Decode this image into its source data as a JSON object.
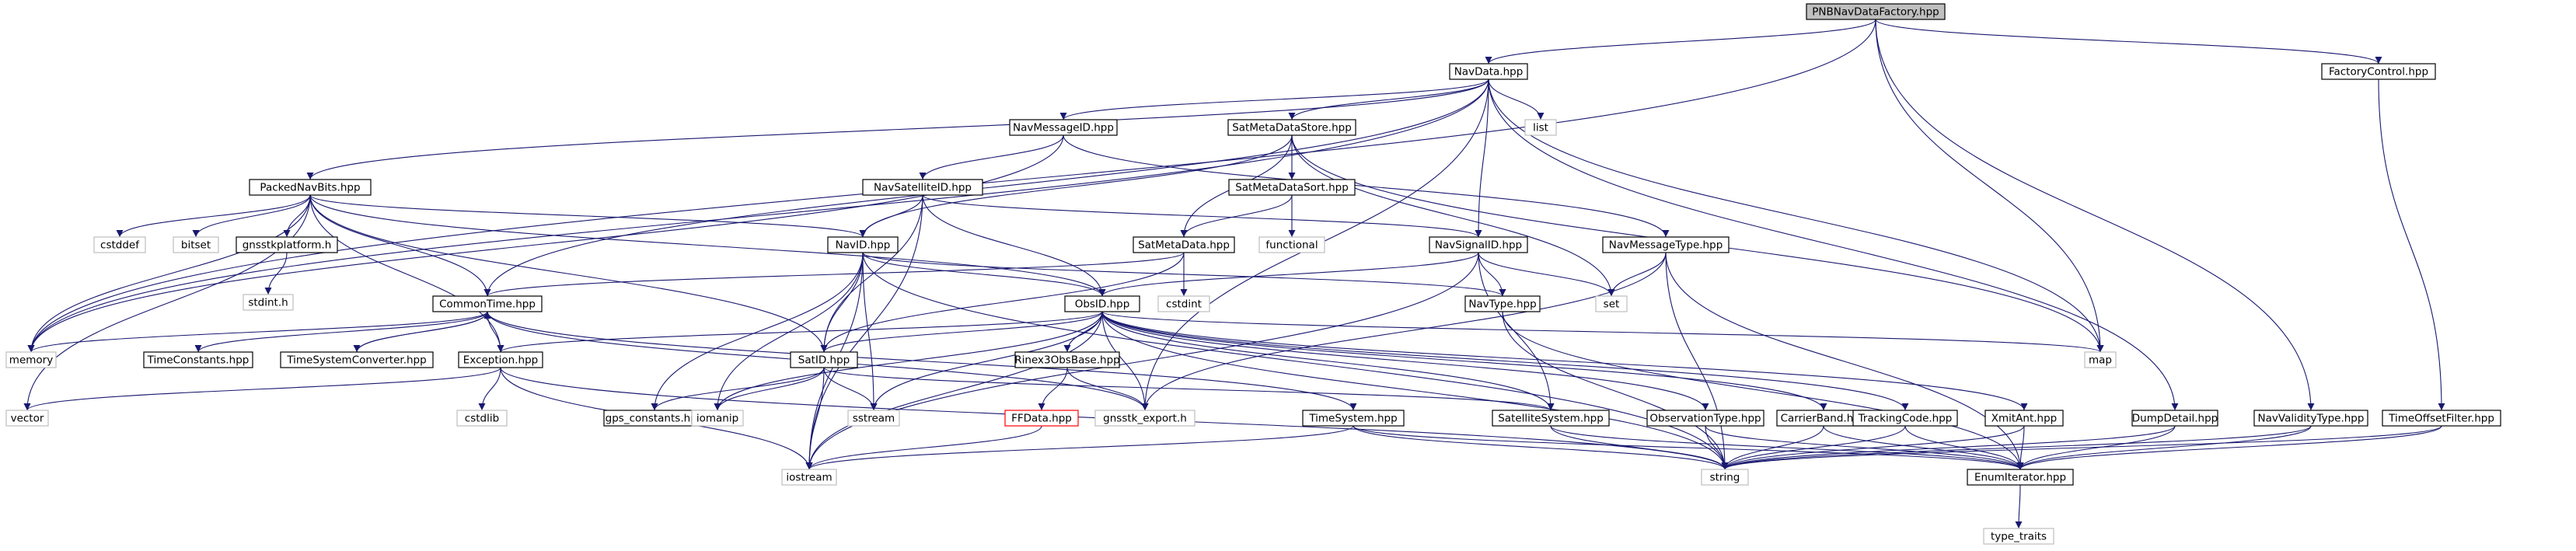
{
  "diagram": {
    "type": "include-dependency-graph",
    "colors": {
      "edge": "#191970",
      "root_fill": "#bfbfbf",
      "node_border": "#000000",
      "external_border": "#bfbfbf",
      "missing_border": "#ff0000"
    },
    "nodes": [
      {
        "id": "pnb",
        "label": "PNBNavDataFactory.hpp",
        "kind": "root"
      },
      {
        "id": "navdata",
        "label": "NavData.hpp",
        "kind": "normal"
      },
      {
        "id": "factoryctl",
        "label": "FactoryControl.hpp",
        "kind": "normal"
      },
      {
        "id": "navmsgid",
        "label": "NavMessageID.hpp",
        "kind": "normal"
      },
      {
        "id": "satmetastore",
        "label": "SatMetaDataStore.hpp",
        "kind": "normal"
      },
      {
        "id": "list",
        "label": "list",
        "kind": "external"
      },
      {
        "id": "packed",
        "label": "PackedNavBits.hpp",
        "kind": "normal"
      },
      {
        "id": "navsatid",
        "label": "NavSatelliteID.hpp",
        "kind": "normal"
      },
      {
        "id": "satmetasort",
        "label": "SatMetaDataSort.hpp",
        "kind": "normal"
      },
      {
        "id": "cstddef",
        "label": "cstddef",
        "kind": "external"
      },
      {
        "id": "bitset",
        "label": "bitset",
        "kind": "external"
      },
      {
        "id": "gnssplat",
        "label": "gnsstkplatform.h",
        "kind": "normal"
      },
      {
        "id": "navid",
        "label": "NavID.hpp",
        "kind": "normal"
      },
      {
        "id": "functional",
        "label": "functional",
        "kind": "external"
      },
      {
        "id": "satmeta",
        "label": "SatMetaData.hpp",
        "kind": "normal"
      },
      {
        "id": "navsigid",
        "label": "NavSignalID.hpp",
        "kind": "normal"
      },
      {
        "id": "navmsgtype",
        "label": "NavMessageType.hpp",
        "kind": "normal"
      },
      {
        "id": "stdint",
        "label": "stdint.h",
        "kind": "external"
      },
      {
        "id": "commontime",
        "label": "CommonTime.hpp",
        "kind": "normal"
      },
      {
        "id": "obsid",
        "label": "ObsID.hpp",
        "kind": "normal"
      },
      {
        "id": "cstdint",
        "label": "cstdint",
        "kind": "external"
      },
      {
        "id": "navtype",
        "label": "NavType.hpp",
        "kind": "normal"
      },
      {
        "id": "set",
        "label": "set",
        "kind": "external"
      },
      {
        "id": "memory",
        "label": "memory",
        "kind": "external"
      },
      {
        "id": "timeconst",
        "label": "TimeConstants.hpp",
        "kind": "normal"
      },
      {
        "id": "tsconv",
        "label": "TimeSystemConverter.hpp",
        "kind": "normal"
      },
      {
        "id": "exception",
        "label": "Exception.hpp",
        "kind": "normal"
      },
      {
        "id": "satid",
        "label": "SatID.hpp",
        "kind": "normal"
      },
      {
        "id": "rinex3",
        "label": "Rinex3ObsBase.hpp",
        "kind": "normal"
      },
      {
        "id": "map",
        "label": "map",
        "kind": "external"
      },
      {
        "id": "vector",
        "label": "vector",
        "kind": "external"
      },
      {
        "id": "cstdlib",
        "label": "cstdlib",
        "kind": "external"
      },
      {
        "id": "gpsconst",
        "label": "gps_constants.hpp",
        "kind": "normal"
      },
      {
        "id": "iomanip",
        "label": "iomanip",
        "kind": "external"
      },
      {
        "id": "sstream",
        "label": "sstream",
        "kind": "external"
      },
      {
        "id": "ffdata",
        "label": "FFData.hpp",
        "kind": "missing"
      },
      {
        "id": "gnssexport",
        "label": "gnsstk_export.h",
        "kind": "external"
      },
      {
        "id": "timesystem",
        "label": "TimeSystem.hpp",
        "kind": "normal"
      },
      {
        "id": "satsystem",
        "label": "SatelliteSystem.hpp",
        "kind": "normal"
      },
      {
        "id": "obstype",
        "label": "ObservationType.hpp",
        "kind": "normal"
      },
      {
        "id": "carrierband",
        "label": "CarrierBand.hpp",
        "kind": "normal"
      },
      {
        "id": "trackingcode",
        "label": "TrackingCode.hpp",
        "kind": "normal"
      },
      {
        "id": "xmitant",
        "label": "XmitAnt.hpp",
        "kind": "normal"
      },
      {
        "id": "dumpdetail",
        "label": "DumpDetail.hpp",
        "kind": "normal"
      },
      {
        "id": "navvalidity",
        "label": "NavValidityType.hpp",
        "kind": "normal"
      },
      {
        "id": "timeoffset",
        "label": "TimeOffsetFilter.hpp",
        "kind": "normal"
      },
      {
        "id": "iostream",
        "label": "iostream",
        "kind": "external"
      },
      {
        "id": "string",
        "label": "string",
        "kind": "external"
      },
      {
        "id": "enumiter",
        "label": "EnumIterator.hpp",
        "kind": "normal"
      },
      {
        "id": "typetraits",
        "label": "type_traits",
        "kind": "external"
      }
    ],
    "edges": [
      [
        "pnb",
        "navdata"
      ],
      [
        "pnb",
        "factoryctl"
      ],
      [
        "pnb",
        "memory"
      ],
      [
        "pnb",
        "map"
      ],
      [
        "pnb",
        "navvalidity"
      ],
      [
        "navdata",
        "navmsgid"
      ],
      [
        "navdata",
        "satmetastore"
      ],
      [
        "navdata",
        "list"
      ],
      [
        "navdata",
        "packed"
      ],
      [
        "navdata",
        "commontime"
      ],
      [
        "navdata",
        "navsigid"
      ],
      [
        "navdata",
        "map"
      ],
      [
        "navdata",
        "memory"
      ],
      [
        "navdata",
        "gnssexport"
      ],
      [
        "navdata",
        "dumpdetail"
      ],
      [
        "factoryctl",
        "timeoffset"
      ],
      [
        "navmsgid",
        "navsatid"
      ],
      [
        "navmsgid",
        "navmsgtype"
      ],
      [
        "navmsgid",
        "memory"
      ],
      [
        "satmetastore",
        "satmetasort"
      ],
      [
        "satmetastore",
        "satmeta"
      ],
      [
        "satmetastore",
        "navid"
      ],
      [
        "satmetastore",
        "set"
      ],
      [
        "satmetastore",
        "map"
      ],
      [
        "packed",
        "cstddef"
      ],
      [
        "packed",
        "bitset"
      ],
      [
        "packed",
        "gnssplat"
      ],
      [
        "packed",
        "navid"
      ],
      [
        "packed",
        "obsid"
      ],
      [
        "packed",
        "satid"
      ],
      [
        "packed",
        "commontime"
      ],
      [
        "packed",
        "exception"
      ],
      [
        "packed",
        "memory"
      ],
      [
        "packed",
        "vector"
      ],
      [
        "navsatid",
        "navid"
      ],
      [
        "navsatid",
        "satid"
      ],
      [
        "navsatid",
        "obsid"
      ],
      [
        "navsatid",
        "navsigid"
      ],
      [
        "navsatid",
        "iostream"
      ],
      [
        "satmetasort",
        "satmeta"
      ],
      [
        "satmetasort",
        "functional"
      ],
      [
        "gnssplat",
        "stdint"
      ],
      [
        "navid",
        "navtype"
      ],
      [
        "navid",
        "satid"
      ],
      [
        "navid",
        "obsid"
      ],
      [
        "navid",
        "iomanip"
      ],
      [
        "navid",
        "sstream"
      ],
      [
        "navid",
        "gpsconst"
      ],
      [
        "navid",
        "iostream"
      ],
      [
        "navid",
        "string"
      ],
      [
        "satmeta",
        "commontime"
      ],
      [
        "satmeta",
        "satid"
      ],
      [
        "satmeta",
        "cstdint"
      ],
      [
        "navsigid",
        "obsid"
      ],
      [
        "navsigid",
        "navtype"
      ],
      [
        "navsigid",
        "set"
      ],
      [
        "navsigid",
        "satsystem"
      ],
      [
        "navsigid",
        "iostream"
      ],
      [
        "navmsgtype",
        "set"
      ],
      [
        "navmsgtype",
        "gnssexport"
      ],
      [
        "navmsgtype",
        "string"
      ],
      [
        "navmsgtype",
        "enumiter"
      ],
      [
        "commontime",
        "timeconst"
      ],
      [
        "commontime",
        "tsconv"
      ],
      [
        "commontime",
        "exception"
      ],
      [
        "commontime",
        "timesystem"
      ],
      [
        "commontime",
        "gnssexport"
      ],
      [
        "commontime",
        "memory"
      ],
      [
        "obsid",
        "satid"
      ],
      [
        "obsid",
        "rinex3"
      ],
      [
        "obsid",
        "gnssexport"
      ],
      [
        "obsid",
        "iomanip"
      ],
      [
        "obsid",
        "sstream"
      ],
      [
        "obsid",
        "iostream"
      ],
      [
        "obsid",
        "map"
      ],
      [
        "obsid",
        "obstype"
      ],
      [
        "obsid",
        "carrierband"
      ],
      [
        "obsid",
        "trackingcode"
      ],
      [
        "obsid",
        "xmitant"
      ],
      [
        "obsid",
        "string"
      ],
      [
        "obsid",
        "exception"
      ],
      [
        "obsid",
        "satsystem"
      ],
      [
        "navtype",
        "string"
      ],
      [
        "navtype",
        "enumiter"
      ],
      [
        "tsconv",
        "commontime"
      ],
      [
        "exception",
        "vector"
      ],
      [
        "exception",
        "cstdlib"
      ],
      [
        "exception",
        "iostream"
      ],
      [
        "exception",
        "string"
      ],
      [
        "satid",
        "gpsconst"
      ],
      [
        "satid",
        "iomanip"
      ],
      [
        "satid",
        "sstream"
      ],
      [
        "satid",
        "iostream"
      ],
      [
        "satid",
        "satsystem"
      ],
      [
        "rinex3",
        "ffdata"
      ],
      [
        "rinex3",
        "gnssexport"
      ],
      [
        "ffdata",
        "iostream"
      ],
      [
        "timesystem",
        "iostream"
      ],
      [
        "timesystem",
        "string"
      ],
      [
        "timesystem",
        "enumiter"
      ],
      [
        "satsystem",
        "string"
      ],
      [
        "satsystem",
        "enumiter"
      ],
      [
        "obstype",
        "string"
      ],
      [
        "obstype",
        "enumiter"
      ],
      [
        "carrierband",
        "string"
      ],
      [
        "carrierband",
        "enumiter"
      ],
      [
        "trackingcode",
        "string"
      ],
      [
        "trackingcode",
        "enumiter"
      ],
      [
        "xmitant",
        "string"
      ],
      [
        "xmitant",
        "enumiter"
      ],
      [
        "dumpdetail",
        "string"
      ],
      [
        "dumpdetail",
        "enumiter"
      ],
      [
        "navvalidity",
        "string"
      ],
      [
        "navvalidity",
        "enumiter"
      ],
      [
        "timeoffset",
        "string"
      ],
      [
        "timeoffset",
        "enumiter"
      ],
      [
        "enumiter",
        "typetraits"
      ]
    ]
  }
}
